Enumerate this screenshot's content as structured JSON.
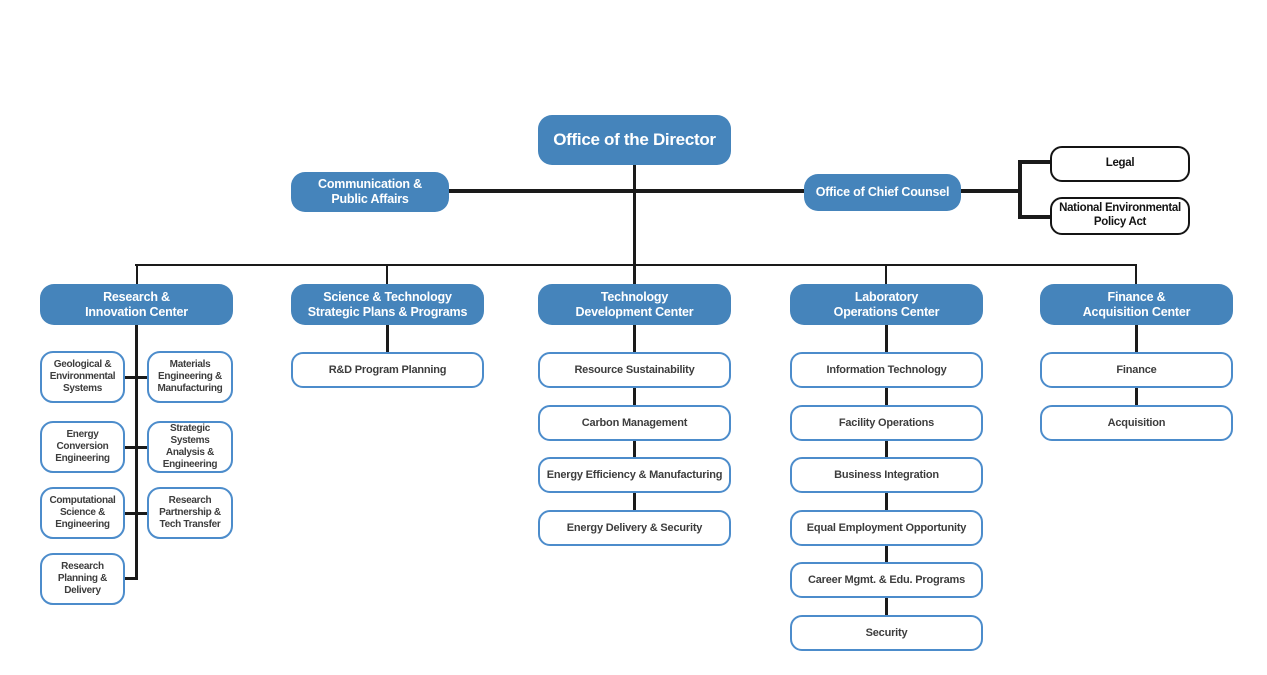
{
  "title": "Organizational Chart",
  "colors": {
    "node_blue": "#4584BB",
    "sub_border_blue": "#4C8CCB",
    "black_border": "#141414",
    "connector_black": "#1a1a1a",
    "sub_text": "#3d3d3d",
    "background": "#ffffff"
  },
  "root": {
    "label": "Office of the Director"
  },
  "staff_left": {
    "label": "Communication &\nPublic Affairs"
  },
  "staff_right": {
    "label": "Office of Chief Counsel",
    "children": [
      {
        "label": "Legal"
      },
      {
        "label": "National Environmental\nPolicy Act"
      }
    ]
  },
  "centers": [
    {
      "label": "Research &\nInnovation Center",
      "children_left": [
        {
          "label": "Geological &\nEnvironmental\nSystems"
        },
        {
          "label": "Energy\nConversion\nEngineering"
        },
        {
          "label": "Computational\nScience &\nEngineering"
        },
        {
          "label": "Research\nPlanning &\nDelivery"
        }
      ],
      "children_right": [
        {
          "label": "Materials\nEngineering &\nManufacturing"
        },
        {
          "label": "Strategic Systems\nAnalysis &\nEngineering"
        },
        {
          "label": "Research\nPartnership &\nTech Transfer"
        }
      ]
    },
    {
      "label": "Science & Technology\nStrategic Plans & Programs",
      "children": [
        {
          "label": "R&D Program Planning"
        }
      ]
    },
    {
      "label": "Technology\nDevelopment Center",
      "children": [
        {
          "label": "Resource Sustainability"
        },
        {
          "label": "Carbon Management"
        },
        {
          "label": "Energy Efficiency & Manufacturing"
        },
        {
          "label": "Energy Delivery & Security"
        }
      ]
    },
    {
      "label": "Laboratory\nOperations Center",
      "children": [
        {
          "label": "Information Technology"
        },
        {
          "label": "Facility Operations"
        },
        {
          "label": "Business Integration"
        },
        {
          "label": "Equal Employment Opportunity"
        },
        {
          "label": "Career Mgmt. & Edu. Programs"
        },
        {
          "label": "Security"
        }
      ]
    },
    {
      "label": "Finance &\nAcquisition Center",
      "children": [
        {
          "label": "Finance"
        },
        {
          "label": "Acquisition"
        }
      ]
    }
  ]
}
